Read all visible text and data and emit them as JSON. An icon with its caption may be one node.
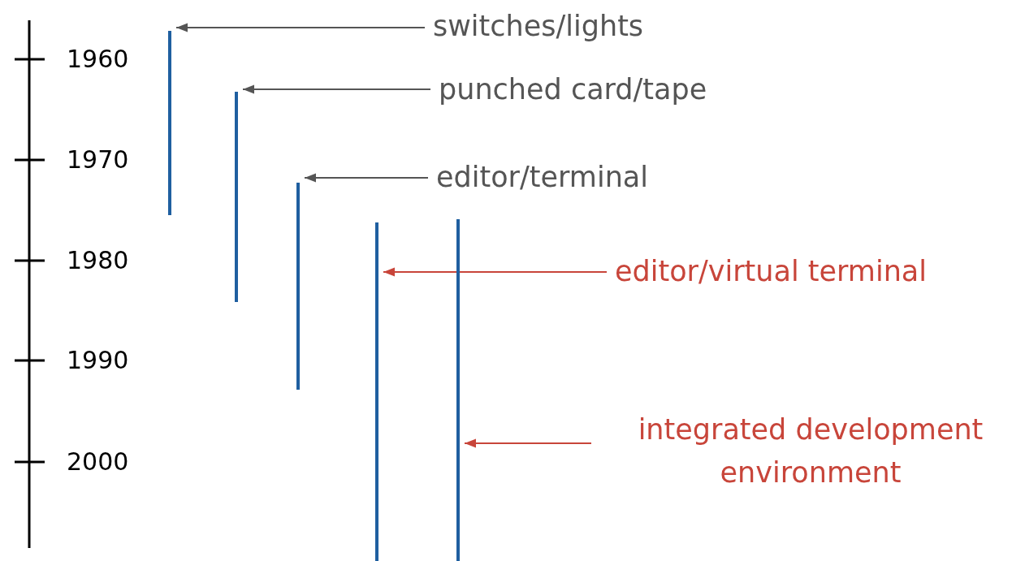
{
  "diagram": {
    "nodes": [
      {
        "text": [
          "switches/lights"
        ]
      },
      {
        "text": [
          "punched card/tape"
        ]
      },
      {
        "text": [
          "editor/terminal"
        ]
      },
      {
        "text": [
          "editor/virtual terminal"
        ]
      },
      {
        "text": [
          "integrated development environment"
        ]
      },
      {
        "text": [],
        "shape": "bar"
      },
      {
        "text": [],
        "shape": "bar"
      },
      {
        "text": [],
        "shape": "bar"
      },
      {
        "text": [],
        "shape": "bar"
      },
      {
        "text": [],
        "shape": "bar"
      }
    ],
    "edges": [
      {
        "from": 0,
        "to": 5,
        "arrow": "to"
      },
      {
        "from": 1,
        "to": 6,
        "arrow": "to"
      },
      {
        "from": 2,
        "to": 7,
        "arrow": "to"
      },
      {
        "from": 3,
        "to": 8,
        "arrow": "to",
        "color": "#c8453a"
      },
      {
        "from": 4,
        "to": 9,
        "arrow": "to",
        "color": "#c8453a"
      }
    ],
    "labels": [
      "1960",
      "1970",
      "1980",
      "1990",
      "2000"
    ]
  }
}
